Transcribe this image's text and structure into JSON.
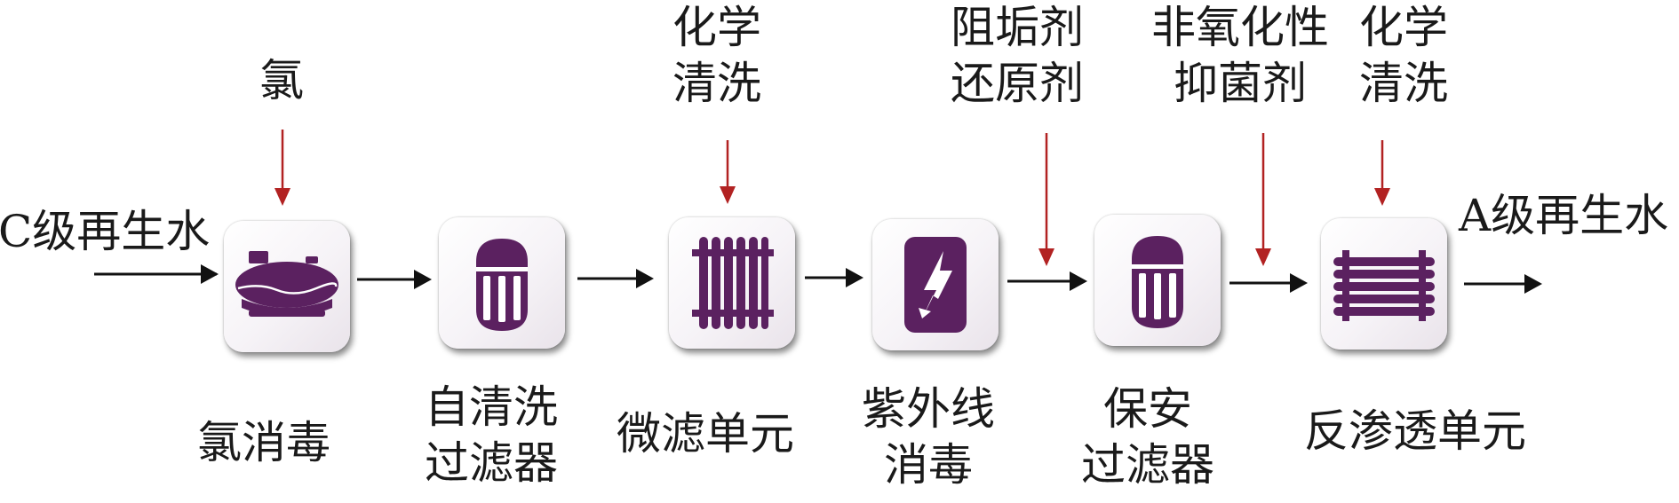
{
  "input_label": "C级再生水",
  "output_label": "A级再生水",
  "colors": {
    "accent": "#5b2160",
    "arrow_red": "#b22222",
    "arrow_black": "#111111"
  },
  "units": [
    {
      "name": "氯消毒",
      "icon": "tank-icon"
    },
    {
      "name_lines": [
        "自清洗",
        "过滤器"
      ],
      "icon": "filter-cartridge-icon"
    },
    {
      "name": "微滤单元",
      "icon": "membrane-bundle-icon"
    },
    {
      "name_lines": [
        "紫外线",
        "消毒"
      ],
      "icon": "uv-lightning-icon"
    },
    {
      "name_lines": [
        "保安",
        "过滤器"
      ],
      "icon": "filter-cartridge-icon"
    },
    {
      "name": "反渗透单元",
      "icon": "ro-membrane-icon"
    }
  ],
  "additives": [
    {
      "lines": [
        "氯"
      ]
    },
    {
      "lines": [
        "化学",
        "清洗"
      ]
    },
    {
      "lines": [
        "阻垢剂",
        "还原剂"
      ]
    },
    {
      "lines": [
        "非氧化性",
        "抑菌剂"
      ]
    },
    {
      "lines": [
        "化学",
        "清洗"
      ]
    }
  ]
}
